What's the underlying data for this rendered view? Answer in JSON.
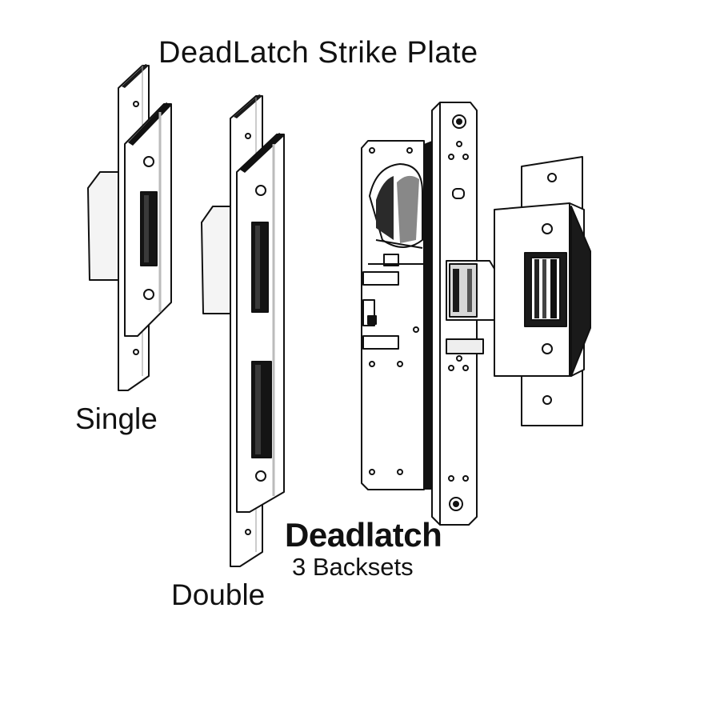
{
  "title": "DeadLatch Strike Plate",
  "labels": {
    "single": "Single",
    "double": "Double",
    "deadlatch": "Deadlatch",
    "backsets": "3 Backsets"
  },
  "colors": {
    "line": "#111111",
    "metal": "#ffffff",
    "shade": "#cfcfcf",
    "dark": "#1a1a1a"
  },
  "icons": [
    "single-strike-plate-icon",
    "double-strike-plate-icon",
    "deadlatch-lock-body-icon",
    "latch-strike-icon"
  ]
}
